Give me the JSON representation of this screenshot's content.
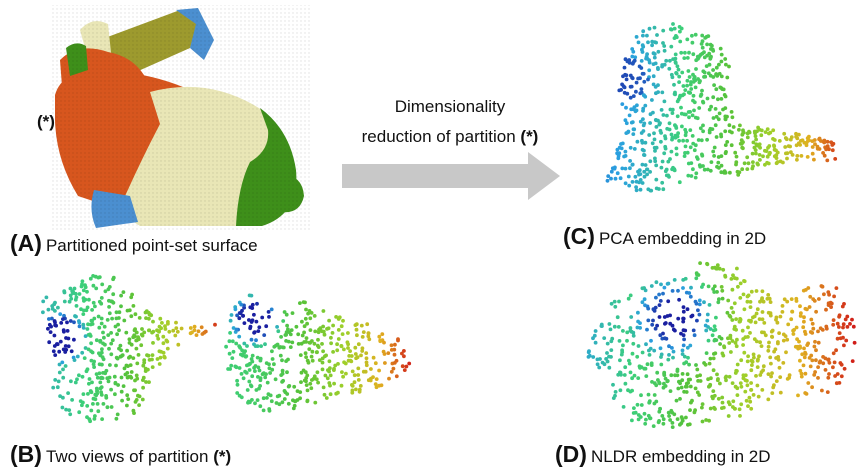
{
  "figure": {
    "marker": "(*)",
    "arrow_text_line1": "Dimensionality",
    "arrow_text_line2": "reduction of partition",
    "panels": [
      {
        "id": "A",
        "letter": "(A)",
        "caption": "Partitioned point-set surface"
      },
      {
        "id": "B",
        "letter": "(B)",
        "caption": "Two views of partition"
      },
      {
        "id": "C",
        "letter": "(C)",
        "caption": "PCA embedding in 2D"
      },
      {
        "id": "D",
        "letter": "(D)",
        "caption": "NLDR embedding in 2D"
      }
    ]
  },
  "colors": {
    "bunny_orange": "#d7561e",
    "bunny_cream": "#e9e6b6",
    "bunny_green": "#3e8f1a",
    "bunny_blue": "#4b8fd0",
    "bunny_olive": "#9d9a2e",
    "arrow_gray": "#c8c8c8",
    "colormap": [
      "#1a1fa0",
      "#2aa0e0",
      "#3ccf7a",
      "#56c23a",
      "#9fcf2a",
      "#e0b020",
      "#d01818"
    ]
  }
}
